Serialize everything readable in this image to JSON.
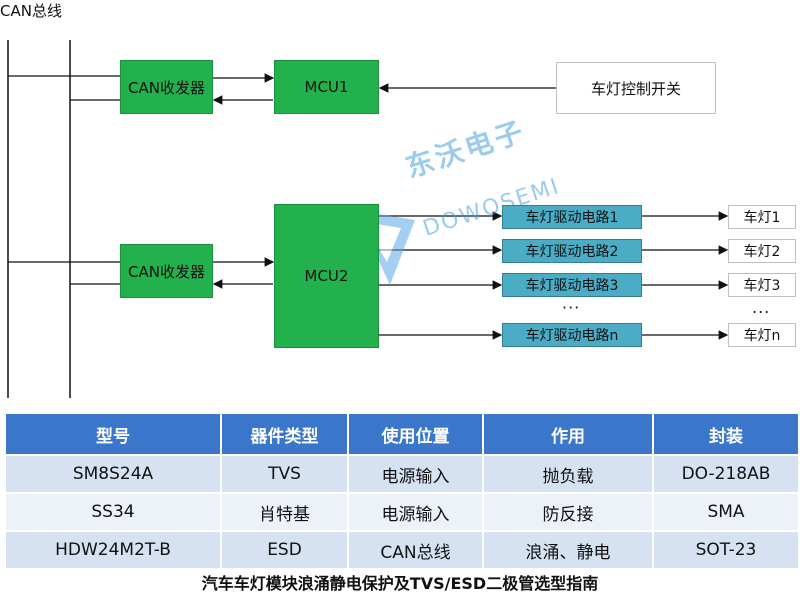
{
  "diagram": {
    "bus_label": "CAN总线",
    "top": {
      "transceiver": "CAN收发器",
      "mcu": "MCU1",
      "switch": "车灯控制开关"
    },
    "bottom": {
      "transceiver": "CAN收发器",
      "mcu": "MCU2",
      "drivers": [
        "车灯驱动电路1",
        "车灯驱动电路2",
        "车灯驱动电路3",
        "车灯驱动电路n"
      ],
      "lamps": [
        "车灯1",
        "车灯2",
        "车灯3",
        "车灯n"
      ],
      "ellipsis": "···",
      "lamp_ellipsis": "..."
    }
  },
  "watermark": {
    "cn": "东沃电子",
    "en": "DOWOSEMI"
  },
  "colors": {
    "green": "#22b14c",
    "teal": "#4bacc6",
    "header_blue": "#3a76c9",
    "row_light": "#d6e2f1",
    "row_lighter": "#edf2f9"
  },
  "table": {
    "headers": [
      "型号",
      "器件类型",
      "使用位置",
      "作用",
      "封装"
    ],
    "rows": [
      [
        "SM8S24A",
        "TVS",
        "电源输入",
        "抛负载",
        "DO-218AB"
      ],
      [
        "SS34",
        "肖特基",
        "电源输入",
        "防反接",
        "SMA"
      ],
      [
        "HDW24M2T-B",
        "ESD",
        "CAN总线",
        "浪涌、静电",
        "SOT-23"
      ]
    ]
  },
  "caption": "汽车车灯模块浪涌静电保护及TVS/ESD二极管选型指南"
}
